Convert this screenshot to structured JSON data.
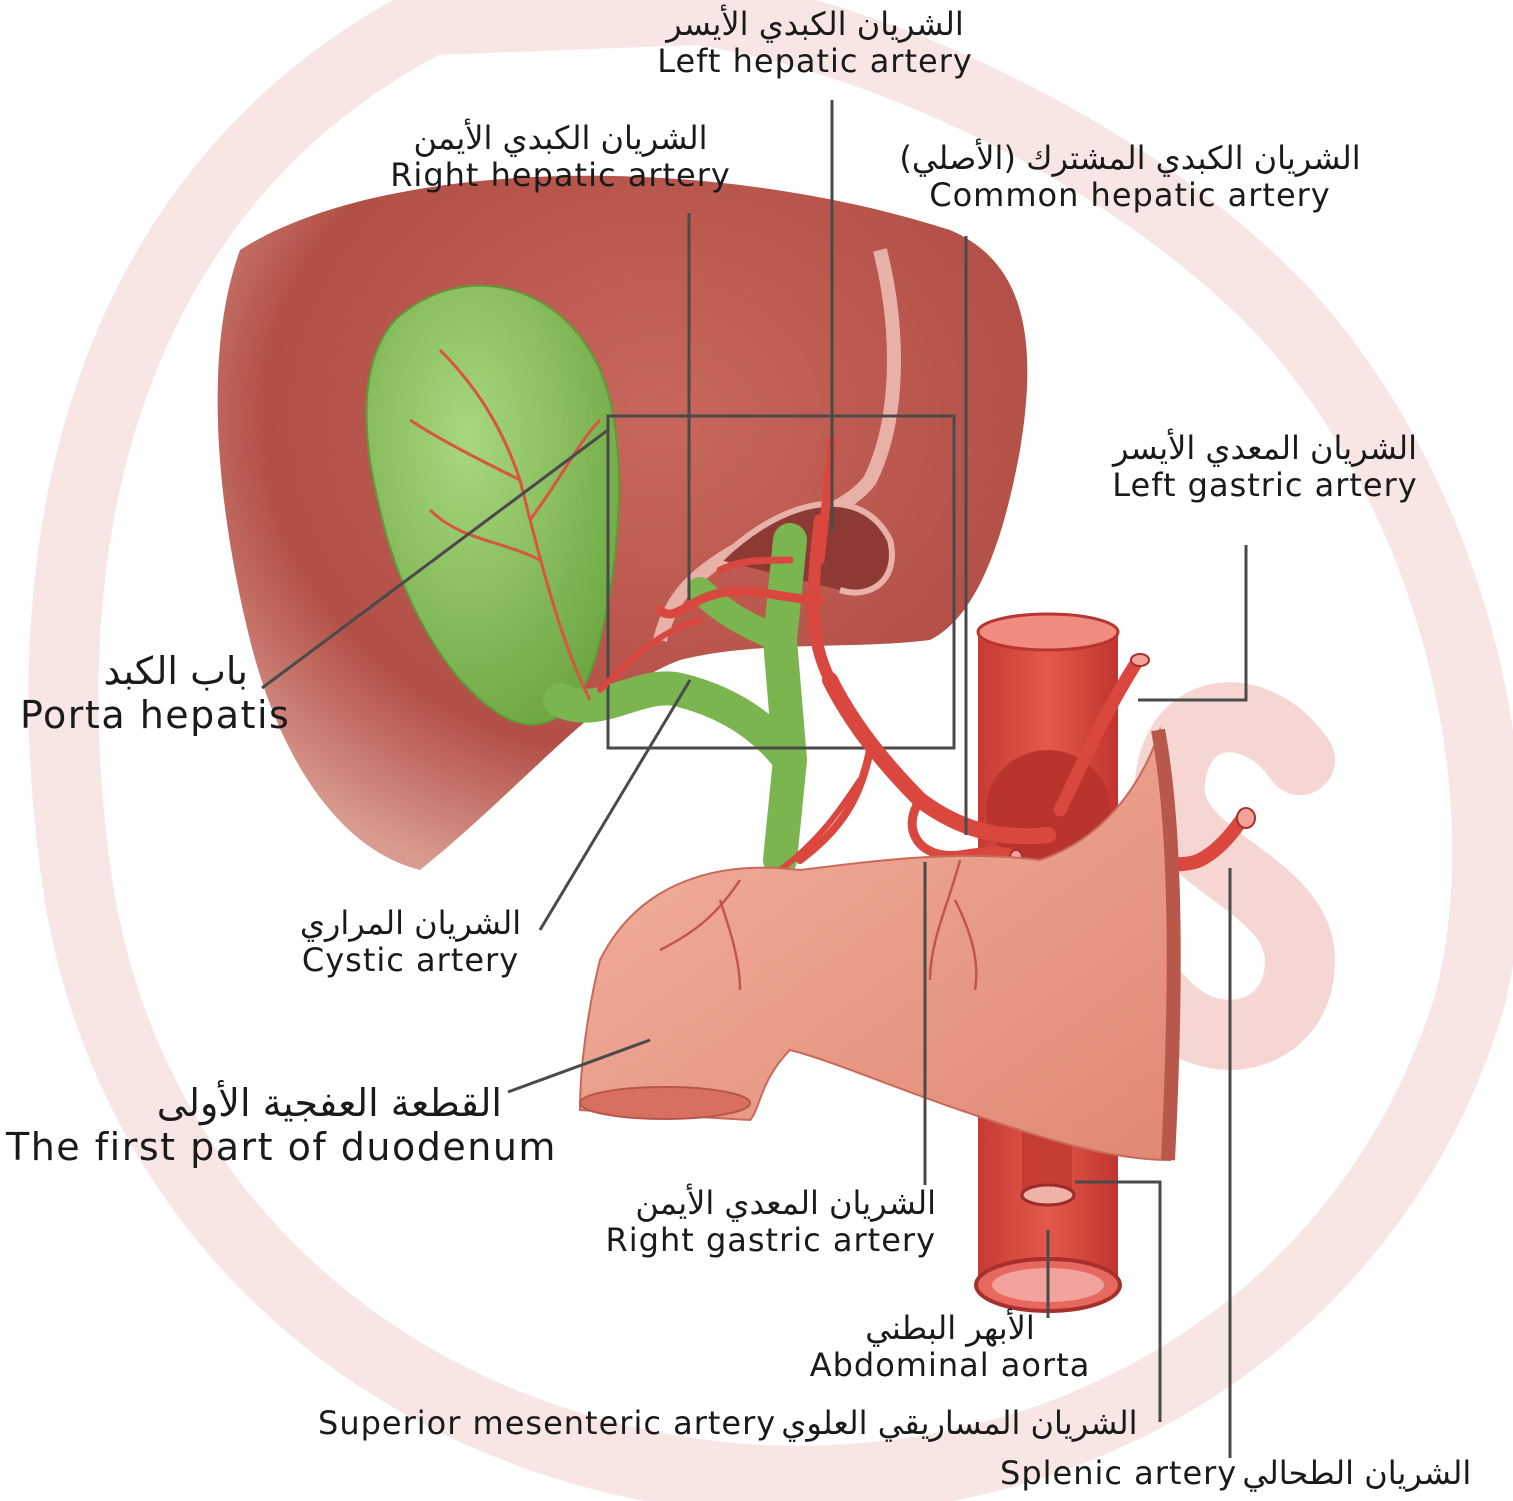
{
  "labels": {
    "left_hepatic": {
      "ar": "الشريان الكبدي الأيسر",
      "en": "Left hepatic artery"
    },
    "right_hepatic": {
      "ar": "الشريان الكبدي الأيمن",
      "en": "Right hepatic artery"
    },
    "common_hepatic": {
      "ar": "الشريان الكبدي المشترك (الأصلي)",
      "en": "Common hepatic artery"
    },
    "left_gastric": {
      "ar": "الشريان المعدي الأيسر",
      "en": "Left gastric artery"
    },
    "porta_hepatis": {
      "ar": "باب الكبد",
      "en": "Porta hepatis"
    },
    "cystic": {
      "ar": "الشريان المراري",
      "en": "Cystic artery"
    },
    "duodenum": {
      "ar": "القطعة العفجية الأولى",
      "en": "The first part of duodenum"
    },
    "right_gastric": {
      "ar": "الشريان المعدي الأيمن",
      "en": "Right gastric artery"
    },
    "aorta": {
      "ar": "الأبهر البطني",
      "en": "Abdominal aorta"
    },
    "sma": {
      "en": "Superior mesenteric artery",
      "ar": "الشريان المساريقي العلوي"
    },
    "splenic": {
      "en": "Splenic artery",
      "ar": "الشريان الطحالي"
    }
  },
  "colors": {
    "liver": "#b9584f",
    "gallbladder": "#86c45a",
    "artery": "#d9473e",
    "duodenum": "#ec9a86",
    "watermark": "#f6e3e1"
  }
}
